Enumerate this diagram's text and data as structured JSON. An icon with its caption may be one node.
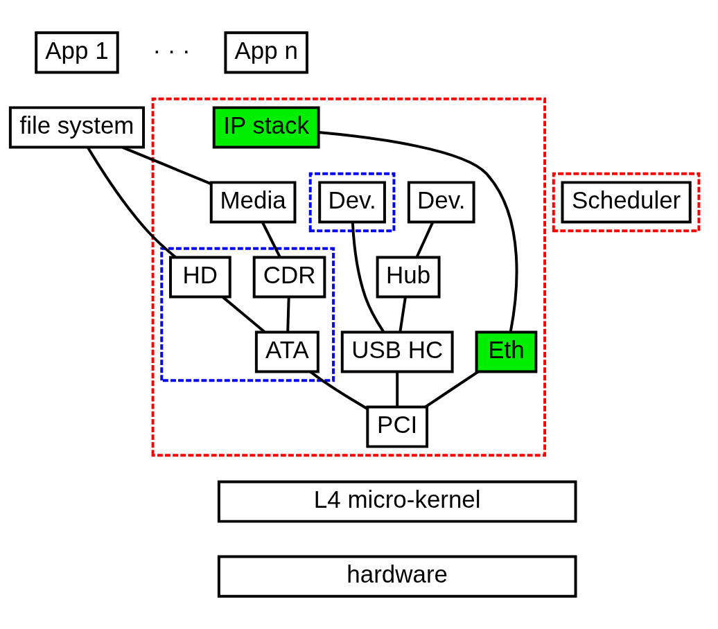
{
  "diagram": {
    "nodes": [
      {
        "text": [
          "App 1"
        ]
      },
      {
        "text": [
          "App n"
        ]
      },
      {
        "text": [],
        "shape": "box"
      },
      {
        "text": [
          "file system"
        ]
      },
      {
        "text": [
          "IP stack"
        ],
        "in": 2
      },
      {
        "text": [
          "Media"
        ],
        "in": 2
      },
      {
        "text": [],
        "shape": "box",
        "in": 2
      },
      {
        "text": [
          "Dev."
        ],
        "in": 6
      },
      {
        "text": [
          "Dev."
        ],
        "in": 2
      },
      {
        "text": [],
        "shape": "box"
      },
      {
        "text": [
          "Scheduler"
        ],
        "in": 9
      },
      {
        "text": [],
        "shape": "box",
        "in": 2
      },
      {
        "text": [
          "HD"
        ],
        "in": 11
      },
      {
        "text": [
          "CDR"
        ],
        "in": 11
      },
      {
        "text": [
          "Hub"
        ],
        "in": 2
      },
      {
        "text": [
          "ATA"
        ],
        "in": 11
      },
      {
        "text": [
          "USB HC"
        ],
        "in": 2
      },
      {
        "text": [
          "Eth"
        ],
        "in": 2
      },
      {
        "text": [
          "PCI"
        ],
        "in": 2
      },
      {
        "text": [
          "L4 micro-kernel"
        ]
      },
      {
        "text": [
          "hardware"
        ]
      }
    ],
    "edges": [
      {
        "from": 3,
        "to": 12,
        "arrow": "none"
      },
      {
        "from": 3,
        "to": 5,
        "arrow": "none"
      },
      {
        "from": 5,
        "to": 13,
        "arrow": "none"
      },
      {
        "from": 7,
        "to": 16,
        "arrow": "none"
      },
      {
        "from": 8,
        "to": 14,
        "arrow": "none"
      },
      {
        "from": 4,
        "to": 17,
        "arrow": "none"
      },
      {
        "from": 12,
        "to": 15,
        "arrow": "none"
      },
      {
        "from": 13,
        "to": 15,
        "arrow": "none"
      },
      {
        "from": 14,
        "to": 16,
        "arrow": "none"
      },
      {
        "from": 15,
        "to": 18,
        "arrow": "none"
      },
      {
        "from": 16,
        "to": 18,
        "arrow": "none"
      },
      {
        "from": 17,
        "to": 18,
        "arrow": "none"
      }
    ],
    "labels": [
      "· · ·"
    ]
  }
}
